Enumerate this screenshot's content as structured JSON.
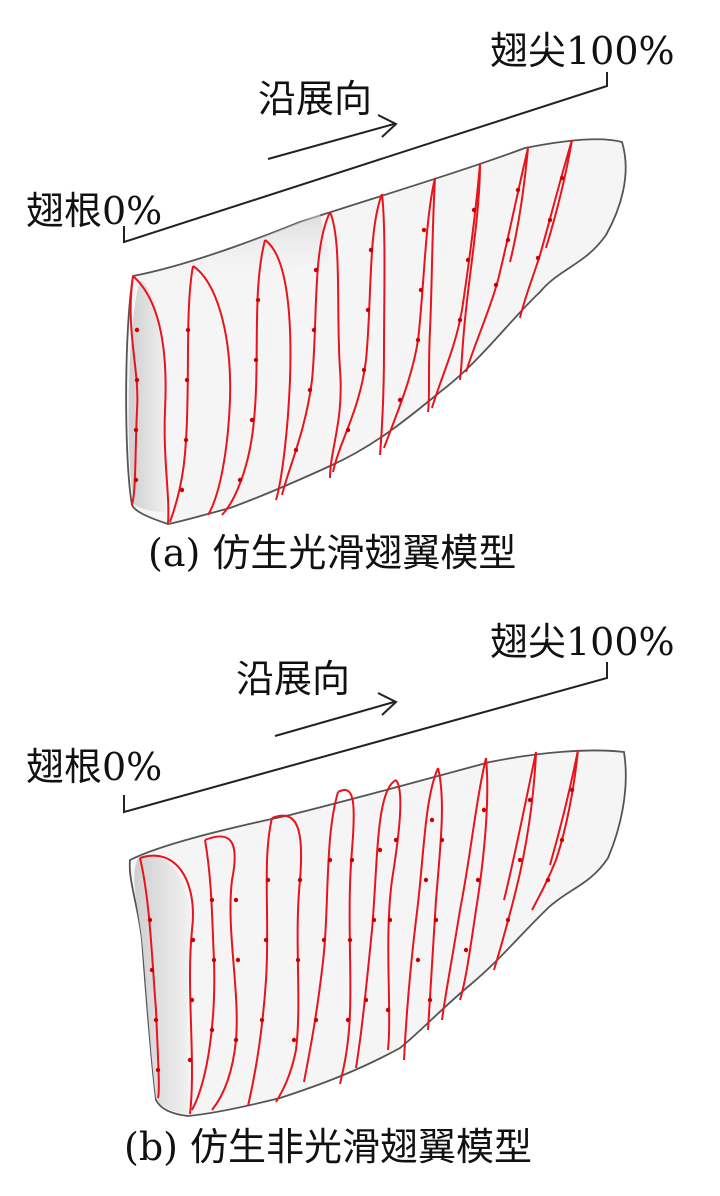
{
  "panels": [
    {
      "id": "a",
      "root_label": "翅根0%",
      "tip_label": "翅尖100%",
      "direction_label": "沿展向",
      "caption": "(a) 仿生光滑翅翼模型"
    },
    {
      "id": "b",
      "root_label": "翅根0%",
      "tip_label": "翅尖100%",
      "direction_label": "沿展向",
      "caption": "(b) 仿生非光滑翅翼模型"
    }
  ],
  "colors": {
    "section_curve": "#e8141c",
    "outline": "#555555",
    "wing_fill": "#f4f4f4",
    "root_shade": "#d9d9d9",
    "text": "#111111"
  }
}
